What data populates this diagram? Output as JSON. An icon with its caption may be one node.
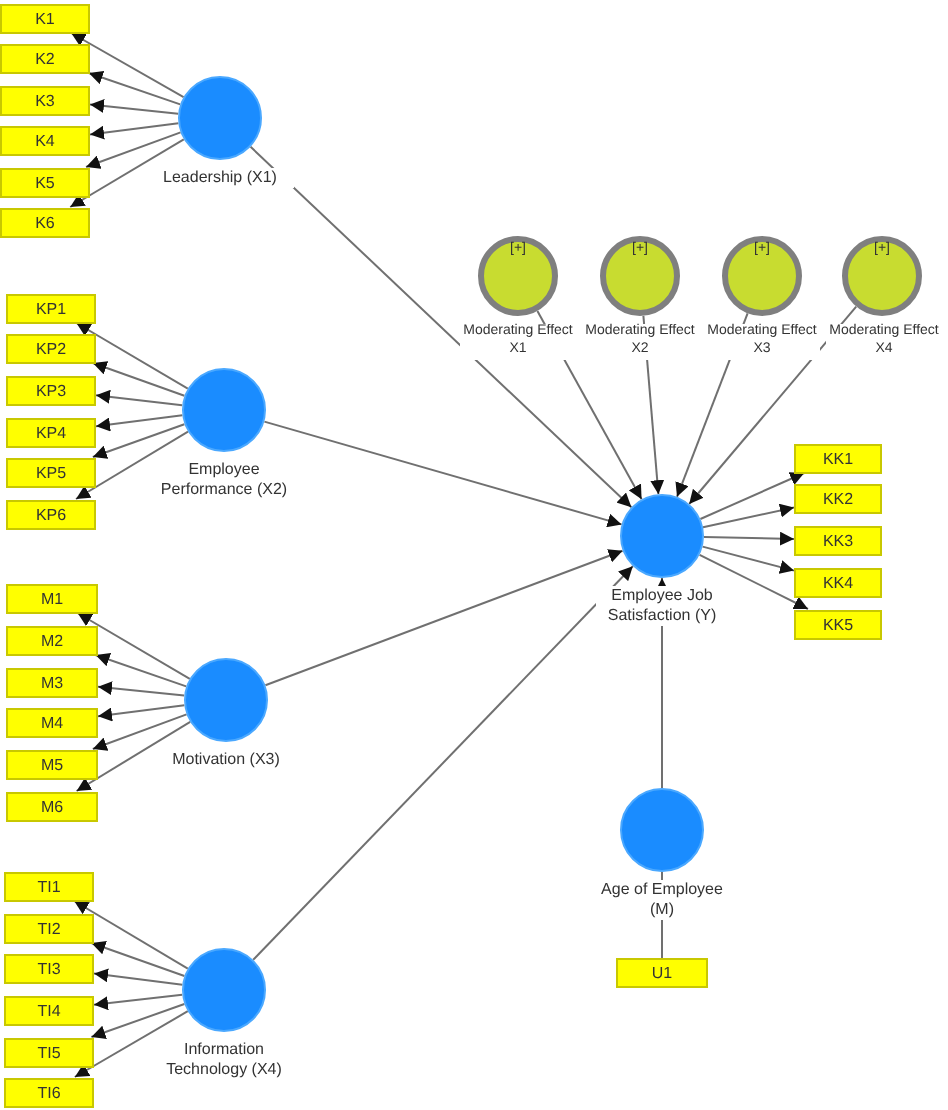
{
  "diagram": {
    "nodes": [
      {
        "text": [
          "K1"
        ]
      },
      {
        "text": [
          "K2"
        ]
      },
      {
        "text": [
          "K3"
        ]
      },
      {
        "text": [
          "K4"
        ]
      },
      {
        "text": [
          "K5"
        ]
      },
      {
        "text": [
          "K6"
        ]
      },
      {
        "text": [
          "Leadership (X1)"
        ]
      },
      {
        "text": [
          "[+]",
          "Moderating Effect X1"
        ]
      },
      {
        "text": [
          "[+]",
          "Moderating Effect X2"
        ]
      },
      {
        "text": [
          "[+]",
          "Moderating Effect X3"
        ]
      },
      {
        "text": [
          "[+]",
          "Moderating Effect X4"
        ]
      },
      {
        "text": [
          "KP1"
        ]
      },
      {
        "text": [
          "KP2"
        ]
      },
      {
        "text": [
          "KP3"
        ]
      },
      {
        "text": [
          "KP4"
        ]
      },
      {
        "text": [
          "KP5"
        ]
      },
      {
        "text": [
          "KP6"
        ]
      },
      {
        "text": [
          "Employee Performance (X2)"
        ]
      },
      {
        "text": [
          "Employee Job Satisfaction (Y)"
        ]
      },
      {
        "text": [
          "KK1"
        ]
      },
      {
        "text": [
          "KK2"
        ]
      },
      {
        "text": [
          "KK3"
        ]
      },
      {
        "text": [
          "KK4"
        ]
      },
      {
        "text": [
          "KK5"
        ]
      },
      {
        "text": [
          "M1"
        ]
      },
      {
        "text": [
          "M2"
        ]
      },
      {
        "text": [
          "M3"
        ]
      },
      {
        "text": [
          "M4"
        ]
      },
      {
        "text": [
          "M5"
        ]
      },
      {
        "text": [
          "M6"
        ]
      },
      {
        "text": [
          "Motivation (X3)"
        ]
      },
      {
        "text": [
          "Age of Employee (M)"
        ]
      },
      {
        "text": [
          "U1"
        ]
      },
      {
        "text": [
          "TI1"
        ]
      },
      {
        "text": [
          "TI2"
        ]
      },
      {
        "text": [
          "TI3"
        ]
      },
      {
        "text": [
          "TI4"
        ]
      },
      {
        "text": [
          "TI5"
        ]
      },
      {
        "text": [
          "TI6"
        ]
      },
      {
        "text": [
          "Information Technology (X4)"
        ]
      }
    ],
    "edges": [
      {
        "from": 6,
        "to": 0,
        "arrow": "to"
      },
      {
        "from": 6,
        "to": 1,
        "arrow": "to"
      },
      {
        "from": 6,
        "to": 2,
        "arrow": "to"
      },
      {
        "from": 6,
        "to": 3,
        "arrow": "to"
      },
      {
        "from": 6,
        "to": 4,
        "arrow": "to"
      },
      {
        "from": 6,
        "to": 5,
        "arrow": "to"
      },
      {
        "from": 17,
        "to": 11,
        "arrow": "to"
      },
      {
        "from": 17,
        "to": 12,
        "arrow": "to"
      },
      {
        "from": 17,
        "to": 13,
        "arrow": "to"
      },
      {
        "from": 17,
        "to": 14,
        "arrow": "to"
      },
      {
        "from": 17,
        "to": 15,
        "arrow": "to"
      },
      {
        "from": 17,
        "to": 16,
        "arrow": "to"
      },
      {
        "from": 30,
        "to": 24,
        "arrow": "to"
      },
      {
        "from": 30,
        "to": 25,
        "arrow": "to"
      },
      {
        "from": 30,
        "to": 26,
        "arrow": "to"
      },
      {
        "from": 30,
        "to": 27,
        "arrow": "to"
      },
      {
        "from": 30,
        "to": 28,
        "arrow": "to"
      },
      {
        "from": 30,
        "to": 29,
        "arrow": "to"
      },
      {
        "from": 39,
        "to": 33,
        "arrow": "to"
      },
      {
        "from": 39,
        "to": 34,
        "arrow": "to"
      },
      {
        "from": 39,
        "to": 35,
        "arrow": "to"
      },
      {
        "from": 39,
        "to": 36,
        "arrow": "to"
      },
      {
        "from": 39,
        "to": 37,
        "arrow": "to"
      },
      {
        "from": 39,
        "to": 38,
        "arrow": "to"
      },
      {
        "from": 6,
        "to": 18,
        "arrow": "to"
      },
      {
        "from": 17,
        "to": 18,
        "arrow": "to"
      },
      {
        "from": 30,
        "to": 18,
        "arrow": "to"
      },
      {
        "from": 39,
        "to": 18,
        "arrow": "to"
      },
      {
        "from": 7,
        "to": 18,
        "arrow": "to"
      },
      {
        "from": 8,
        "to": 18,
        "arrow": "to"
      },
      {
        "from": 9,
        "to": 18,
        "arrow": "to"
      },
      {
        "from": 10,
        "to": 18,
        "arrow": "to"
      },
      {
        "from": 31,
        "to": 18,
        "arrow": "to"
      },
      {
        "from": 18,
        "to": 19,
        "arrow": "to"
      },
      {
        "from": 18,
        "to": 20,
        "arrow": "to"
      },
      {
        "from": 18,
        "to": 21,
        "arrow": "to"
      },
      {
        "from": 18,
        "to": 22,
        "arrow": "to"
      },
      {
        "from": 18,
        "to": 23,
        "arrow": "to"
      },
      {
        "from": 31,
        "to": 32,
        "arrow": "none"
      }
    ]
  }
}
